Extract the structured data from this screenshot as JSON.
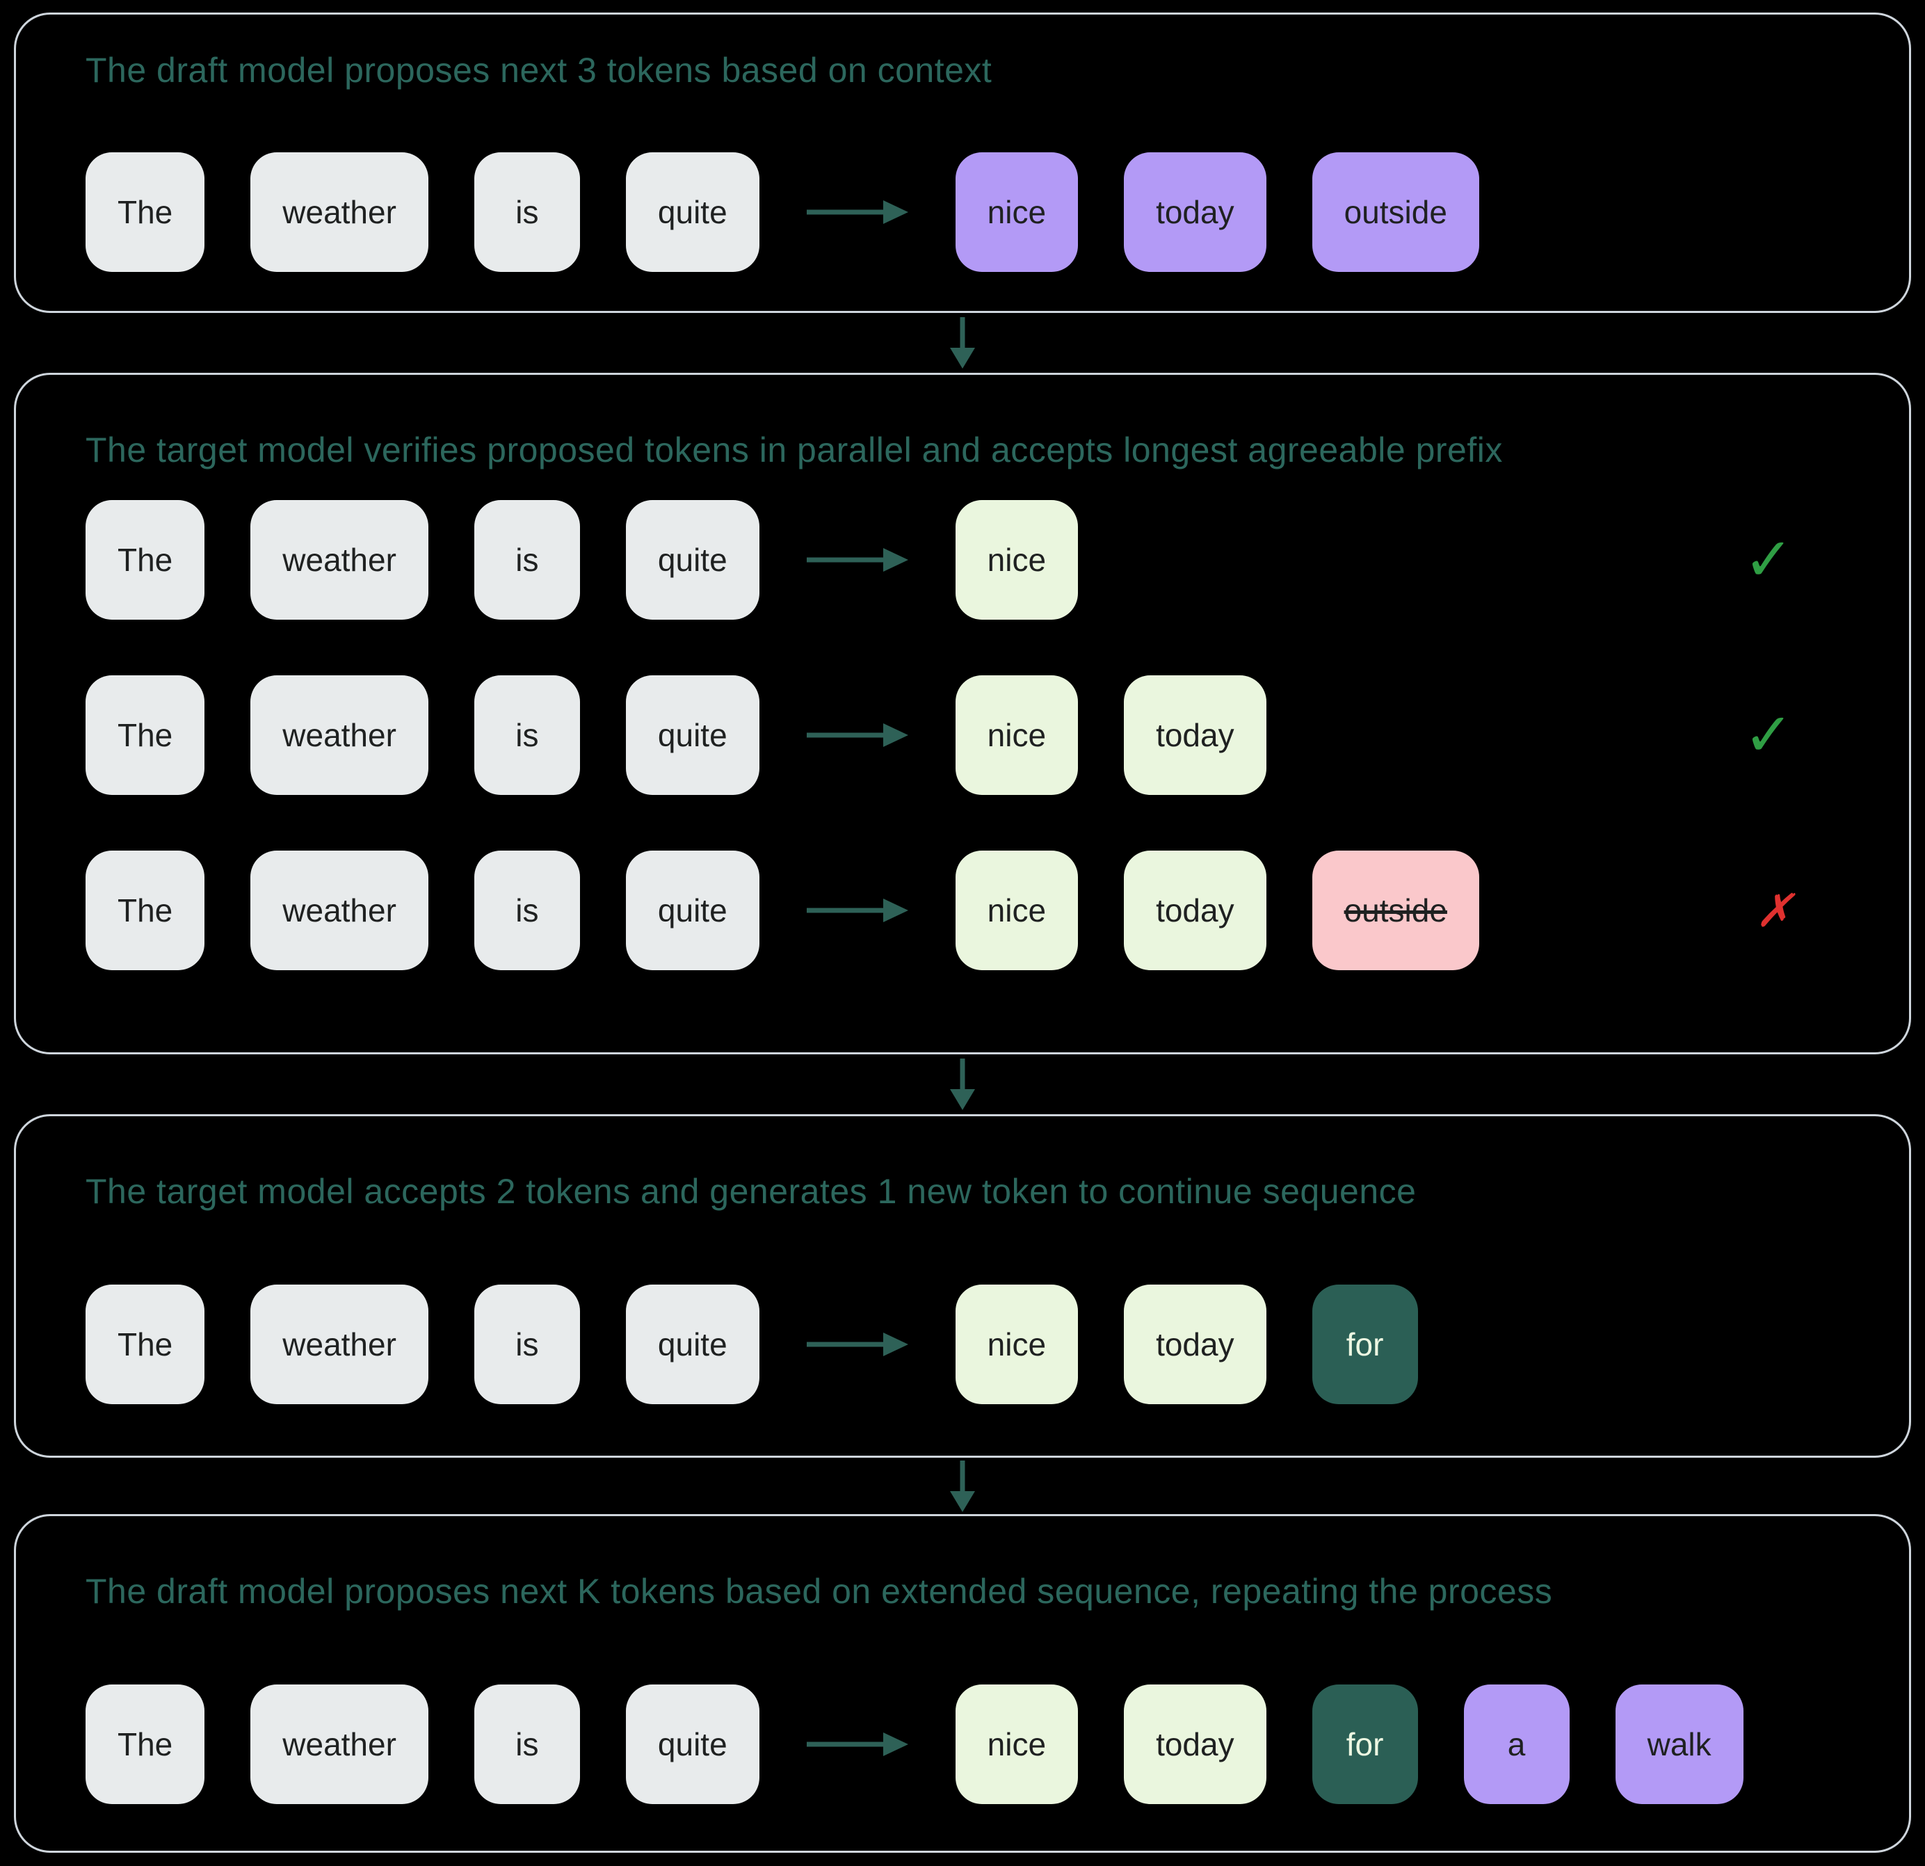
{
  "colors": {
    "background": "#000000",
    "panel_border": "#ced5dc",
    "heading": "#2c675d",
    "arrow": "#2e6157",
    "token_text": "#1f2121",
    "dark_token_text": "#edf7e2",
    "gray": "#e8ebec",
    "purple": "#b39af6",
    "green": "#eaf6de",
    "pink": "#fac8cb",
    "dark": "#2b5f55",
    "check": "#2f9e44",
    "cross": "#e0312f"
  },
  "icons": {
    "check": "✓",
    "cross": "✗"
  },
  "panels": [
    {
      "id": "draft-propose",
      "heading": "The draft model proposes next 3 tokens based on context",
      "rows": [
        {
          "context": [
            "The",
            "weather",
            "is",
            "quite"
          ],
          "outputs": [
            {
              "label": "nice",
              "style": "purple"
            },
            {
              "label": "today",
              "style": "purple"
            },
            {
              "label": "outside",
              "style": "purple"
            }
          ],
          "verdict": null
        }
      ]
    },
    {
      "id": "target-verify",
      "heading": "The target model verifies proposed tokens in parallel and accepts longest agreeable prefix",
      "rows": [
        {
          "context": [
            "The",
            "weather",
            "is",
            "quite"
          ],
          "outputs": [
            {
              "label": "nice",
              "style": "green"
            }
          ],
          "verdict": "check"
        },
        {
          "context": [
            "The",
            "weather",
            "is",
            "quite"
          ],
          "outputs": [
            {
              "label": "nice",
              "style": "green"
            },
            {
              "label": "today",
              "style": "green"
            }
          ],
          "verdict": "check"
        },
        {
          "context": [
            "The",
            "weather",
            "is",
            "quite"
          ],
          "outputs": [
            {
              "label": "nice",
              "style": "green"
            },
            {
              "label": "today",
              "style": "green"
            },
            {
              "label": "outside",
              "style": "pink",
              "struck": true
            }
          ],
          "verdict": "cross"
        }
      ]
    },
    {
      "id": "target-accept",
      "heading": "The target model accepts 2 tokens and generates 1 new token to continue sequence",
      "rows": [
        {
          "context": [
            "The",
            "weather",
            "is",
            "quite"
          ],
          "outputs": [
            {
              "label": "nice",
              "style": "green"
            },
            {
              "label": "today",
              "style": "green"
            },
            {
              "label": "for",
              "style": "dark"
            }
          ],
          "verdict": null
        }
      ]
    },
    {
      "id": "draft-propose-k",
      "heading": "The draft model proposes next K tokens based on extended sequence, repeating the process",
      "rows": [
        {
          "context": [
            "The",
            "weather",
            "is",
            "quite"
          ],
          "outputs": [
            {
              "label": "nice",
              "style": "green"
            },
            {
              "label": "today",
              "style": "green"
            },
            {
              "label": "for",
              "style": "dark"
            },
            {
              "label": "a",
              "style": "purple"
            },
            {
              "label": "walk",
              "style": "purple"
            }
          ],
          "verdict": null
        }
      ]
    }
  ]
}
